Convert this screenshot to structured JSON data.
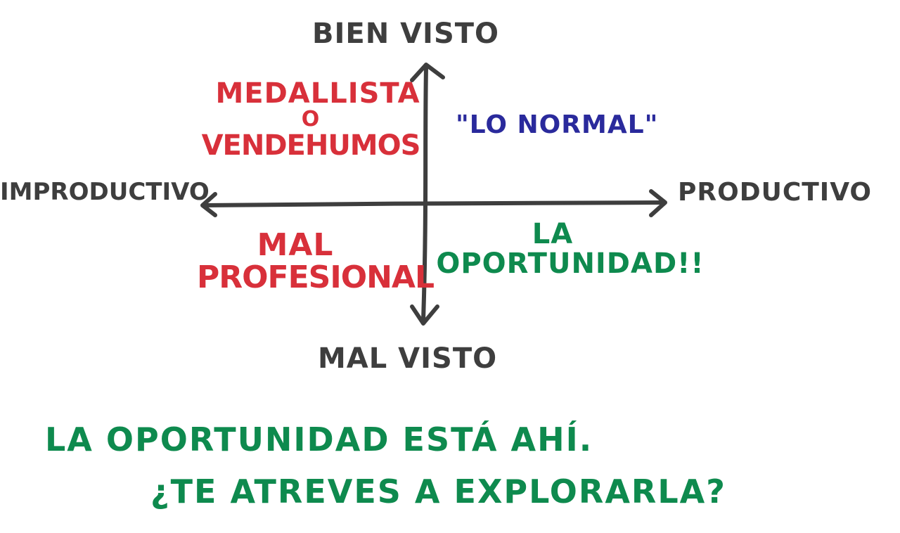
{
  "colors": {
    "axis": "#3e3e3e",
    "red": "#d8303a",
    "blue": "#2a2a9c",
    "green": "#0e8a4e",
    "background": "#ffffff"
  },
  "axes": {
    "top": "BIEN VISTO",
    "bottom": "MAL VISTO",
    "left": "IMPRODUCTIVO",
    "right": "PRODUCTIVO"
  },
  "quadrants": {
    "top_left": {
      "line1": "MEDALLISTA",
      "line2": "O",
      "line3": "VENDEHUMOS"
    },
    "top_right": {
      "line1": "\"LO NORMAL\""
    },
    "bottom_left": {
      "line1": "MAL",
      "line2": "PROFESIONAL"
    },
    "bottom_right": {
      "line1": "LA",
      "line2": "OPORTUNIDAD!!"
    }
  },
  "footer": {
    "line1": "LA OPORTUNIDAD ESTÁ AHÍ.",
    "line2": "¿TE ATREVES A EXPLORARLA?"
  }
}
